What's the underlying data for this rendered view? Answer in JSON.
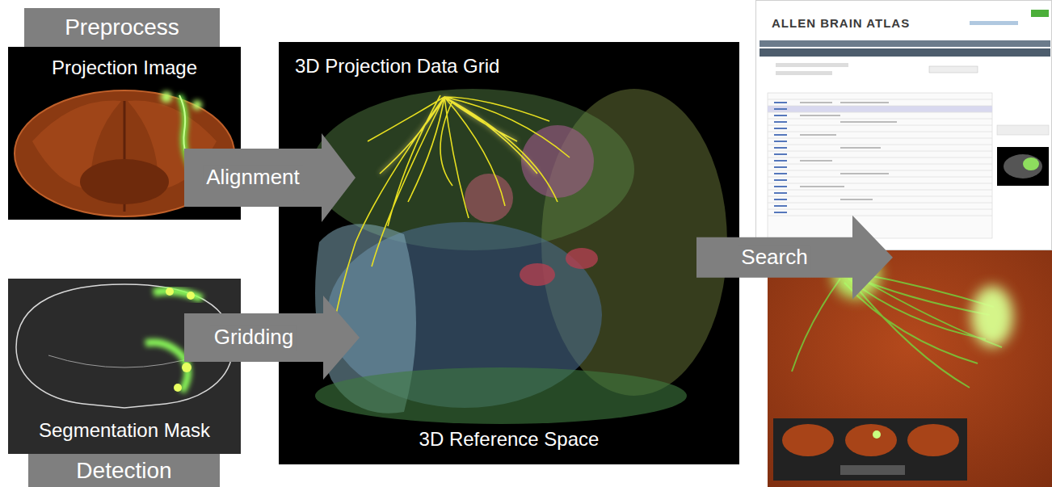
{
  "diagram": {
    "nodes": [
      {
        "text": [
          "Preprocess"
        ]
      },
      {
        "text": [
          "Projection Image"
        ]
      },
      {
        "text": [
          "3D Projection Data Grid",
          "3D Reference Space"
        ]
      },
      {
        "text": [
          "Segmentation Mask"
        ]
      },
      {
        "text": [
          "Detection"
        ]
      },
      {
        "text": [
          "ALLEN BRAIN ATLAS"
        ]
      }
    ],
    "edges": [
      {
        "from": 1,
        "to": 2,
        "label": "Alignment",
        "arrow": "to"
      },
      {
        "from": 3,
        "to": 2,
        "label": "Gridding",
        "arrow": "to"
      },
      {
        "from": 2,
        "to": 5,
        "label": "Search",
        "arrow": "to"
      }
    ]
  }
}
